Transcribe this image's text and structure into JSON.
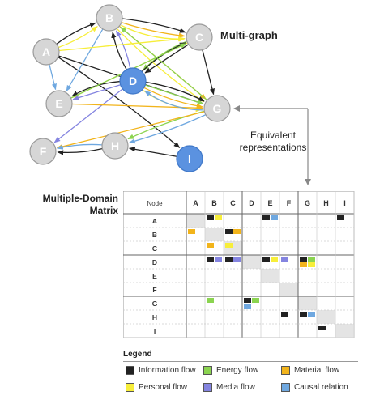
{
  "colors": {
    "information": "#222222",
    "energy": "#8bd450",
    "material": "#f2b41b",
    "personal": "#f7ee3a",
    "media": "#8484e0",
    "causal": "#6fa8e0",
    "node": "#d6d6d6",
    "node_highlight": "#5b92e0"
  },
  "graph": {
    "title": "Multi-graph",
    "nodes": [
      "A",
      "B",
      "C",
      "D",
      "E",
      "F",
      "G",
      "H",
      "I"
    ],
    "highlighted": [
      "D",
      "I"
    ]
  },
  "equivalent": [
    "Equivalent",
    "representations"
  ],
  "matrix": {
    "title": [
      "Multiple-Domain",
      "Matrix"
    ],
    "node_header": "Node",
    "columns": [
      "A",
      "B",
      "C",
      "D",
      "E",
      "F",
      "G",
      "H",
      "I"
    ],
    "rows": [
      "A",
      "B",
      "C",
      "D",
      "E",
      "F",
      "G",
      "H",
      "I"
    ],
    "entries": {
      "A": {
        "B": [
          "information",
          "personal"
        ],
        "E": [
          "information",
          "causal"
        ],
        "I": [
          "information"
        ]
      },
      "B": {
        "A": [
          "material"
        ],
        "C": [
          "information",
          "material"
        ]
      },
      "C": {
        "B": [
          "material"
        ],
        "C": [
          "personal"
        ]
      },
      "D": {
        "B": [
          "information",
          "media"
        ],
        "C": [
          "information",
          "media"
        ],
        "E": [
          "information",
          "personal"
        ],
        "F": [
          "media"
        ],
        "G": [
          "information",
          "energy",
          "material",
          "personal"
        ]
      },
      "E": {},
      "F": {},
      "G": {
        "B": [
          "energy"
        ],
        "D": [
          "information",
          "energy",
          "causal"
        ]
      },
      "H": {
        "F": [
          "information"
        ],
        "G": [
          "information",
          "causal"
        ]
      },
      "I": {
        "H": [
          "information"
        ]
      }
    }
  },
  "legend": {
    "title": "Legend",
    "items": [
      {
        "label": "Information flow",
        "type": "information"
      },
      {
        "label": "Energy flow",
        "type": "energy"
      },
      {
        "label": "Material flow",
        "type": "material"
      },
      {
        "label": "Personal flow",
        "type": "personal"
      },
      {
        "label": "Media flow",
        "type": "media"
      },
      {
        "label": "Causal relation",
        "type": "causal"
      }
    ]
  }
}
